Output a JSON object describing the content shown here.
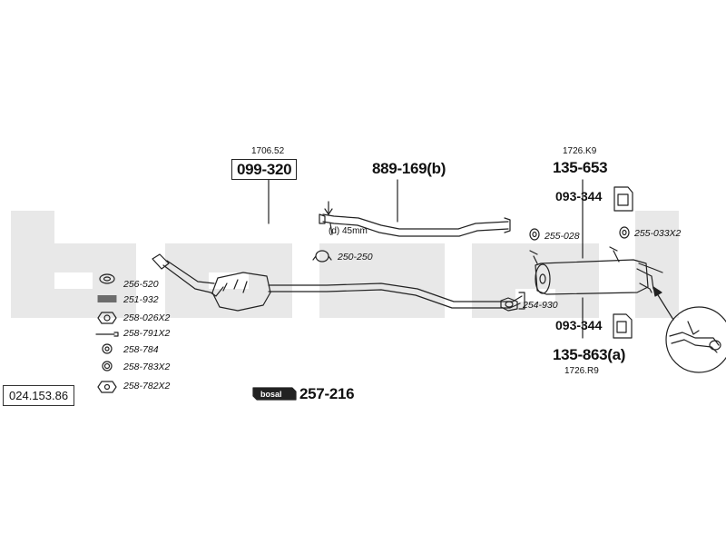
{
  "reference_number": "024.153.86",
  "watermark_text": "bosal",
  "parts": {
    "front_pipe_ref": "1706.52",
    "front_pipe_part": "099-320",
    "mid_pipe_part": "889-169(b)",
    "mid_pipe_note": "(d) 45mm",
    "clamp_250": "250-250",
    "rear_silencer_upper_ref": "1726.K9",
    "rear_silencer_upper_part": "135-653",
    "rubber_mount_upper": "093-344",
    "ring_255_028": "255-028",
    "ring_255_033": "255-033X2",
    "clamp_254": "254-930",
    "rubber_mount_lower": "093-344",
    "rear_silencer_lower_part": "135-863(a)",
    "rear_silencer_lower_ref": "1726.R9",
    "mounting_kit": "257-216",
    "mounting_kit_logo": "bosal"
  },
  "hardware": [
    {
      "code": "256-520",
      "icon": "gasket-ring-icon"
    },
    {
      "code": "251-932",
      "icon": "spring-icon"
    },
    {
      "code": "258-026X2",
      "icon": "nut-icon"
    },
    {
      "code": "258-791X2",
      "icon": "bolt-icon"
    },
    {
      "code": "258-784",
      "icon": "washer-icon"
    },
    {
      "code": "258-783X2",
      "icon": "lock-washer-icon"
    },
    {
      "code": "258-782X2",
      "icon": "flange-nut-icon"
    }
  ],
  "colors": {
    "line": "#222222",
    "watermark": "#e6e6e6"
  }
}
